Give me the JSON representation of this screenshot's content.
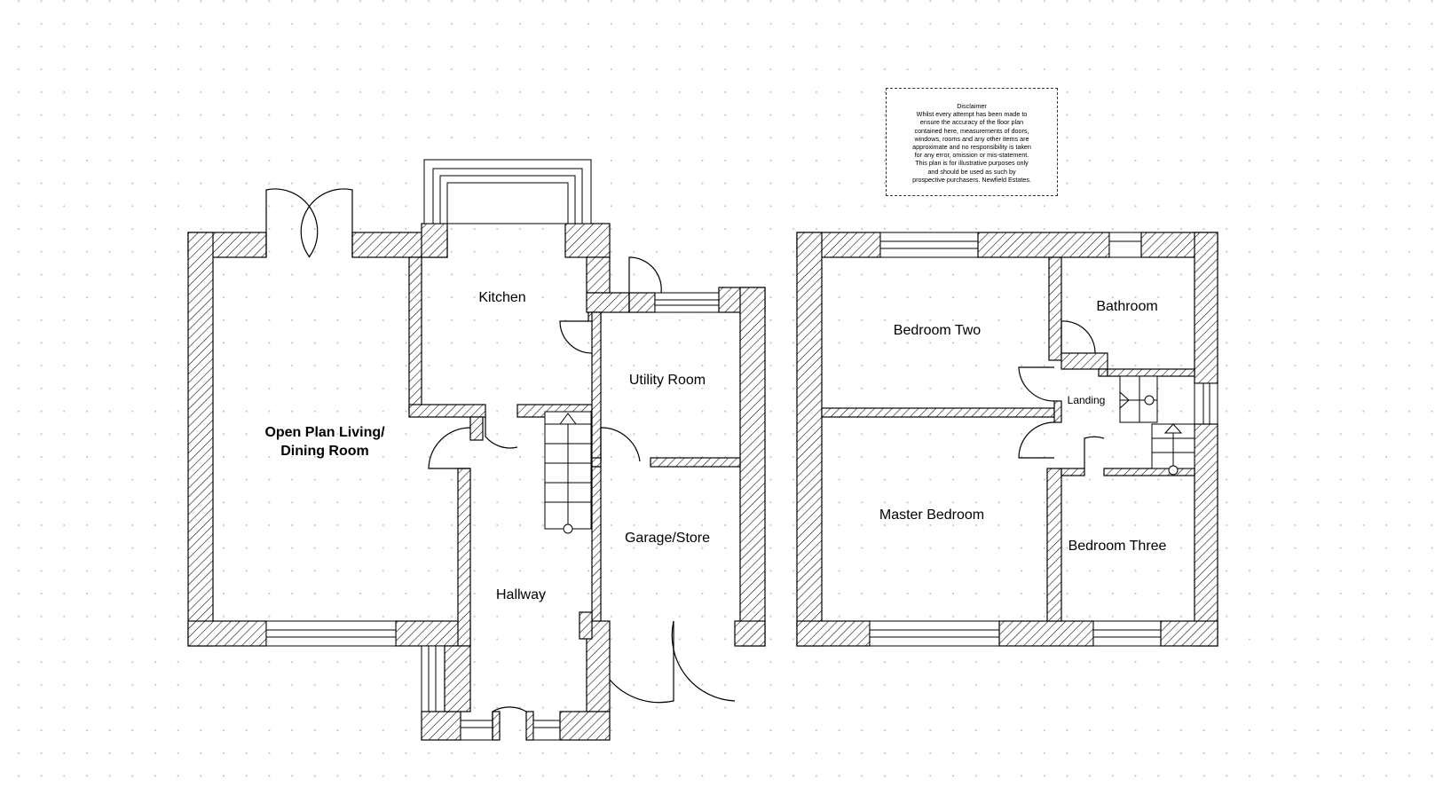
{
  "rooms": {
    "living": [
      "Open Plan Living/",
      "Dining Room"
    ],
    "kitchen": "Kitchen",
    "utility": "Utility Room",
    "hallway": "Hallway",
    "garage": "Garage/Store",
    "bedroom_two": "Bedroom Two",
    "bathroom": "Bathroom",
    "landing": "Landing",
    "master_bedroom": "Master Bedroom",
    "bedroom_three": "Bedroom Three"
  },
  "disclaimer": {
    "title": "Disclaimer",
    "lines": [
      "Whilst every attempt has been made to",
      "ensure the accuracy of the floor plan",
      "contained here, measurements of doors,",
      "windows, rooms and any other items are",
      "approximate and no responsibility is taken",
      "for any error, omission or mis-statement.",
      "This plan is for illustrative purposes only",
      "and should be used as such by",
      "prospective purchasers. Newfield Estates."
    ]
  }
}
